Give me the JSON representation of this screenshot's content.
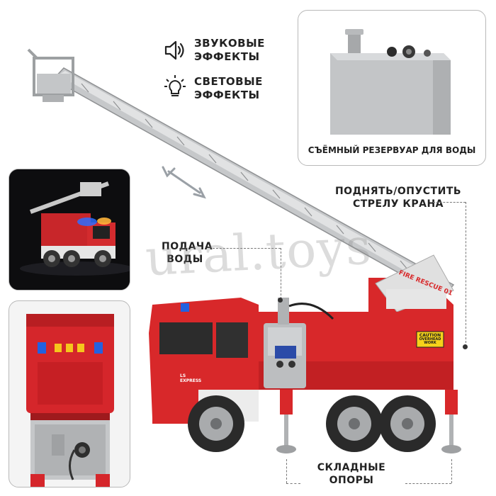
{
  "features": {
    "sound": "ЗВУКОВЫЕ\nЭФФЕКТЫ",
    "light": "СВЕТОВЫЕ\nЭФФЕКТЫ"
  },
  "tank_panel": {
    "caption": "СЪЁМНЫЙ РЕЗЕРВУАР ДЛЯ ВОДЫ"
  },
  "callouts": {
    "crane": "ПОДНЯТЬ/ОПУСТИТЬ\nСТРЕЛУ КРАНА",
    "water": "ПОДАЧА\nВОДЫ",
    "supports": "СКЛАДНЫЕ\nОПОРЫ"
  },
  "truck": {
    "ladder_sign": "FIRE RESCUE 01",
    "caution_title": "CAUTION",
    "caution_text": "OVERHEAD\nWORK",
    "door_logo": "LS\nEXPRESS"
  },
  "watermark": "ural.toys",
  "colors": {
    "red": "#d8282a",
    "dark_red": "#a51a1c",
    "grey": "#c5c7c9",
    "caution": "#f6d21a"
  }
}
